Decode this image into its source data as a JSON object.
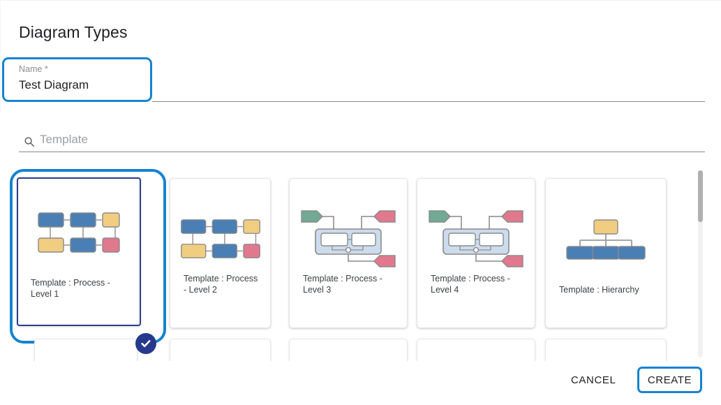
{
  "dialog": {
    "title": "Diagram Types"
  },
  "name_field": {
    "label": "Name *",
    "value": "Test Diagram",
    "focused": true,
    "accent_color": "#1683d0"
  },
  "search": {
    "placeholder": "Template",
    "value": "",
    "icon": "search-icon"
  },
  "templates": {
    "selected_index": 0,
    "cards": [
      {
        "label": "Template : Process - Level 1",
        "thumbnail": "process-grid",
        "selected": true,
        "badge_icon": "check-circle-icon"
      },
      {
        "label": "Template : Process - Level 2",
        "thumbnail": "process-grid",
        "selected": false
      },
      {
        "label": "Template : Process - Level 3",
        "thumbnail": "process-swimlane",
        "selected": false
      },
      {
        "label": "Template : Process - Level 4",
        "thumbnail": "process-swimlane",
        "selected": false
      },
      {
        "label": "Template : Hierarchy",
        "thumbnail": "hierarchy-tree",
        "selected": false
      }
    ]
  },
  "palette": {
    "blue_node": "#4a7fb5",
    "yellow_node": "#f0cd81",
    "pink_node": "#e0788e",
    "green_node": "#72a995",
    "node_stroke": "#8a8a8a",
    "lane_fill": "#ccdcec",
    "accent_blue": "#1683d0",
    "select_navy": "#2b3a8f",
    "badge_navy": "#253a8e"
  },
  "scrollbar": {
    "orientation": "vertical",
    "thumb_position_pct": 0,
    "thumb_size_pct": 28
  },
  "footer": {
    "cancel_label": "CANCEL",
    "create_label": "CREATE"
  }
}
